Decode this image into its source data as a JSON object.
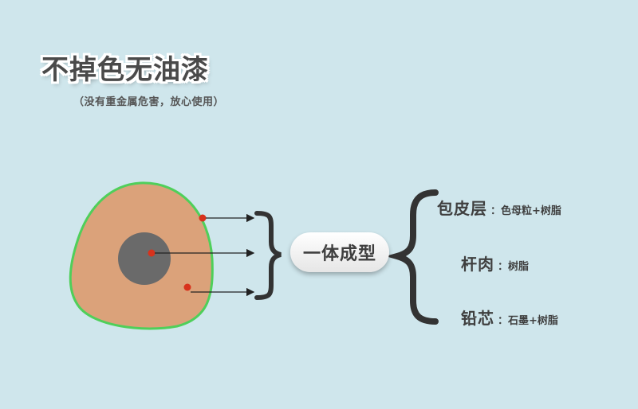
{
  "header": {
    "title": "不掉色无油漆",
    "subtitle": "（没有重金属危害，放心使用）"
  },
  "center_label": "一体成型",
  "components": [
    {
      "name": "包皮层",
      "desc": "：色母粒+树脂"
    },
    {
      "name": "杆肉",
      "desc": "：树脂"
    },
    {
      "name": "铅芯",
      "desc": "：石墨+树脂"
    }
  ],
  "colors": {
    "background": "#cfe6ec",
    "pencil_body": "#dba27a",
    "pencil_outline": "#4fcf5a",
    "lead_core": "#6a6a6a",
    "marker_dot": "#d8321c"
  }
}
